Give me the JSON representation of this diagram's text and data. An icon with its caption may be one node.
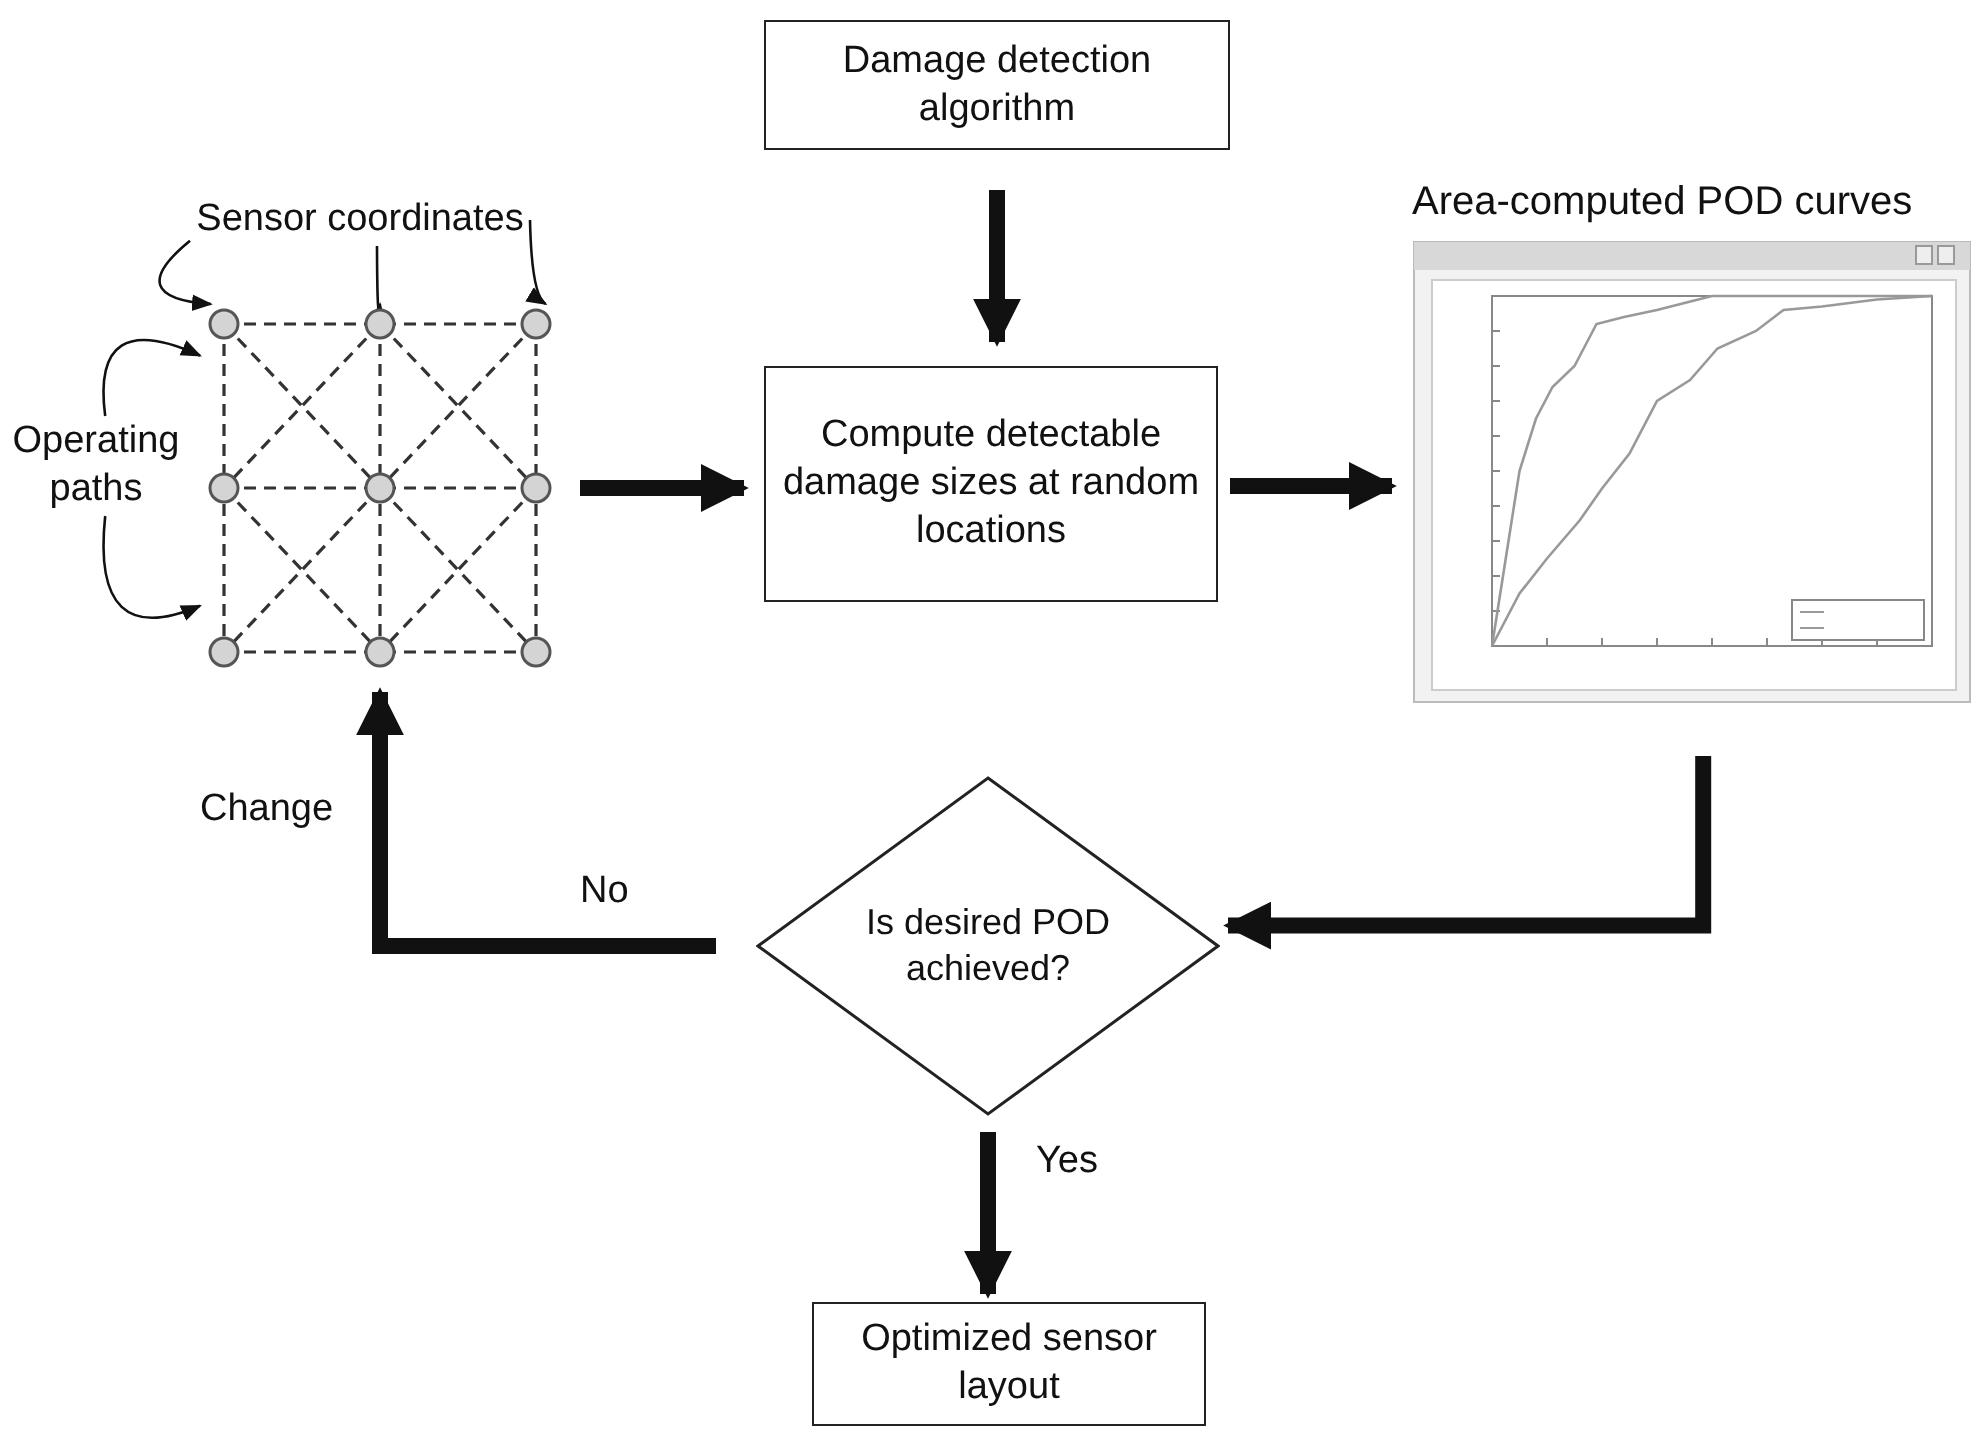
{
  "diagram": {
    "nodes": [
      {
        "text": [
          "Damage detection algorithm"
        ]
      },
      {
        "text": [
          "Sensor coordinates"
        ]
      },
      {
        "text": [],
        "shape": "picture"
      },
      {
        "text": [
          "Operating paths"
        ]
      },
      {
        "text": [
          "Compute detectable damage sizes at random locations"
        ]
      },
      {
        "text": [
          "Area-computed POD curves"
        ]
      },
      {
        "text": [
          "Is desired POD achieved?"
        ]
      },
      {
        "text": [
          "Optimized sensor layout"
        ]
      }
    ],
    "edges": [
      {
        "from": 1,
        "to": 2,
        "arrow": "to"
      },
      {
        "from": 1,
        "to": 2,
        "arrow": "to"
      },
      {
        "from": 1,
        "to": 2,
        "arrow": "to"
      },
      {
        "from": 3,
        "to": 2,
        "arrow": "to"
      },
      {
        "from": 3,
        "to": 2,
        "arrow": "to"
      },
      {
        "from": 0,
        "to": 4,
        "arrow": "to"
      },
      {
        "from": 2,
        "to": 4,
        "arrow": "to"
      },
      {
        "from": 4,
        "to": 5,
        "arrow": "to"
      },
      {
        "from": 5,
        "to": 6,
        "arrow": "to"
      },
      {
        "from": 6,
        "to": 2,
        "arrow": "to",
        "label": "No"
      },
      {
        "from": 6,
        "to": 7,
        "arrow": "to",
        "label": "Yes"
      }
    ],
    "labels": [
      "Change"
    ]
  }
}
